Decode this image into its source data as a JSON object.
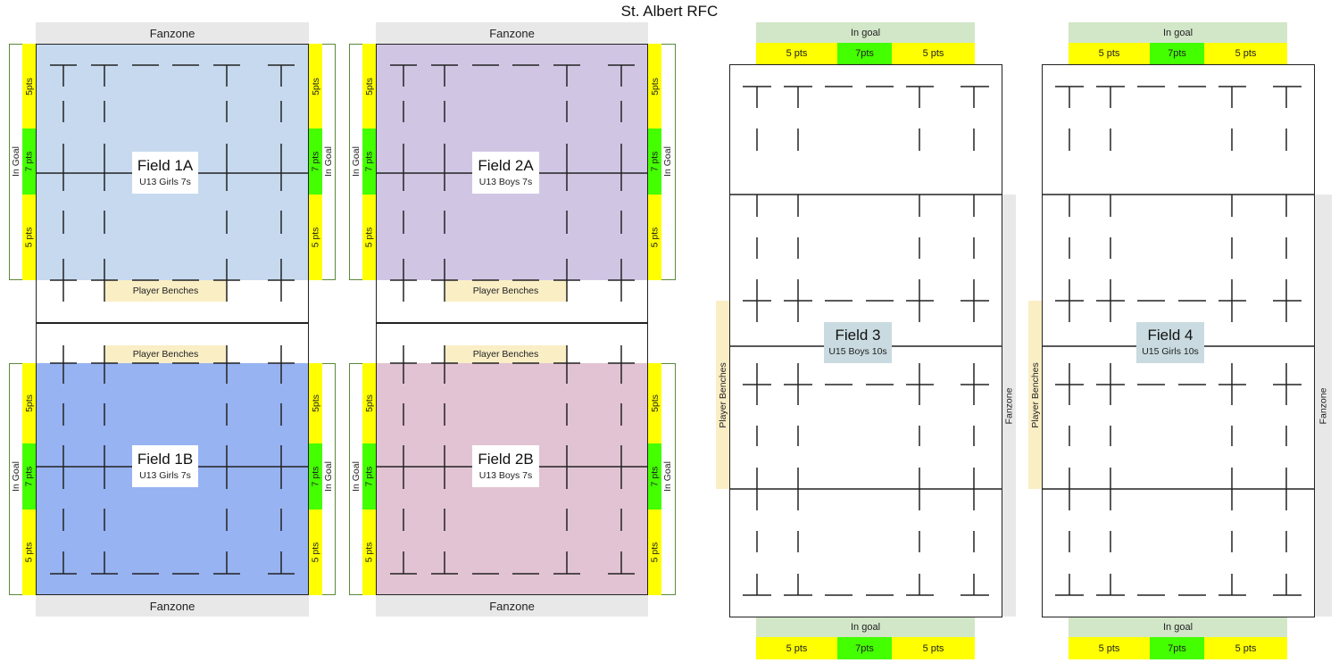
{
  "title": "St. Albert RFC",
  "colors": {
    "field_1a": "#c6d9ef",
    "field_1b": "#97b3f2",
    "field_2a": "#d0c6e4",
    "field_2b": "#e2c3d3",
    "field_3_4": "#ffffff",
    "fanzone": "#e8e8e8",
    "in_goal_band": "#d2e6c8",
    "five_pts": "#ffff00",
    "seven_pts": "#44ff00",
    "player_benches": "#faeec5",
    "label_box_3_4": "#c9dbe0"
  },
  "labels": {
    "fanzone": "Fanzone",
    "player_benches": "Player Benches",
    "in_goal_side": "In Goal",
    "in_goal_end": "In goal",
    "five_pts_compact": "5pts",
    "five_pts": "5 pts",
    "seven_pts": "7 pts",
    "seven_pts_compact": "7pts"
  },
  "fields": [
    {
      "id": "1A",
      "name": "Field 1A",
      "division": "U13 Girls 7s"
    },
    {
      "id": "1B",
      "name": "Field 1B",
      "division": "U13 Girls 7s"
    },
    {
      "id": "2A",
      "name": "Field 2A",
      "division": "U13 Boys 7s"
    },
    {
      "id": "2B",
      "name": "Field 2B",
      "division": "U13 Boys 7s"
    },
    {
      "id": "3",
      "name": "Field 3",
      "division": "U15 Boys 10s"
    },
    {
      "id": "4",
      "name": "Field 4",
      "division": "U15 Girls 10s"
    }
  ]
}
